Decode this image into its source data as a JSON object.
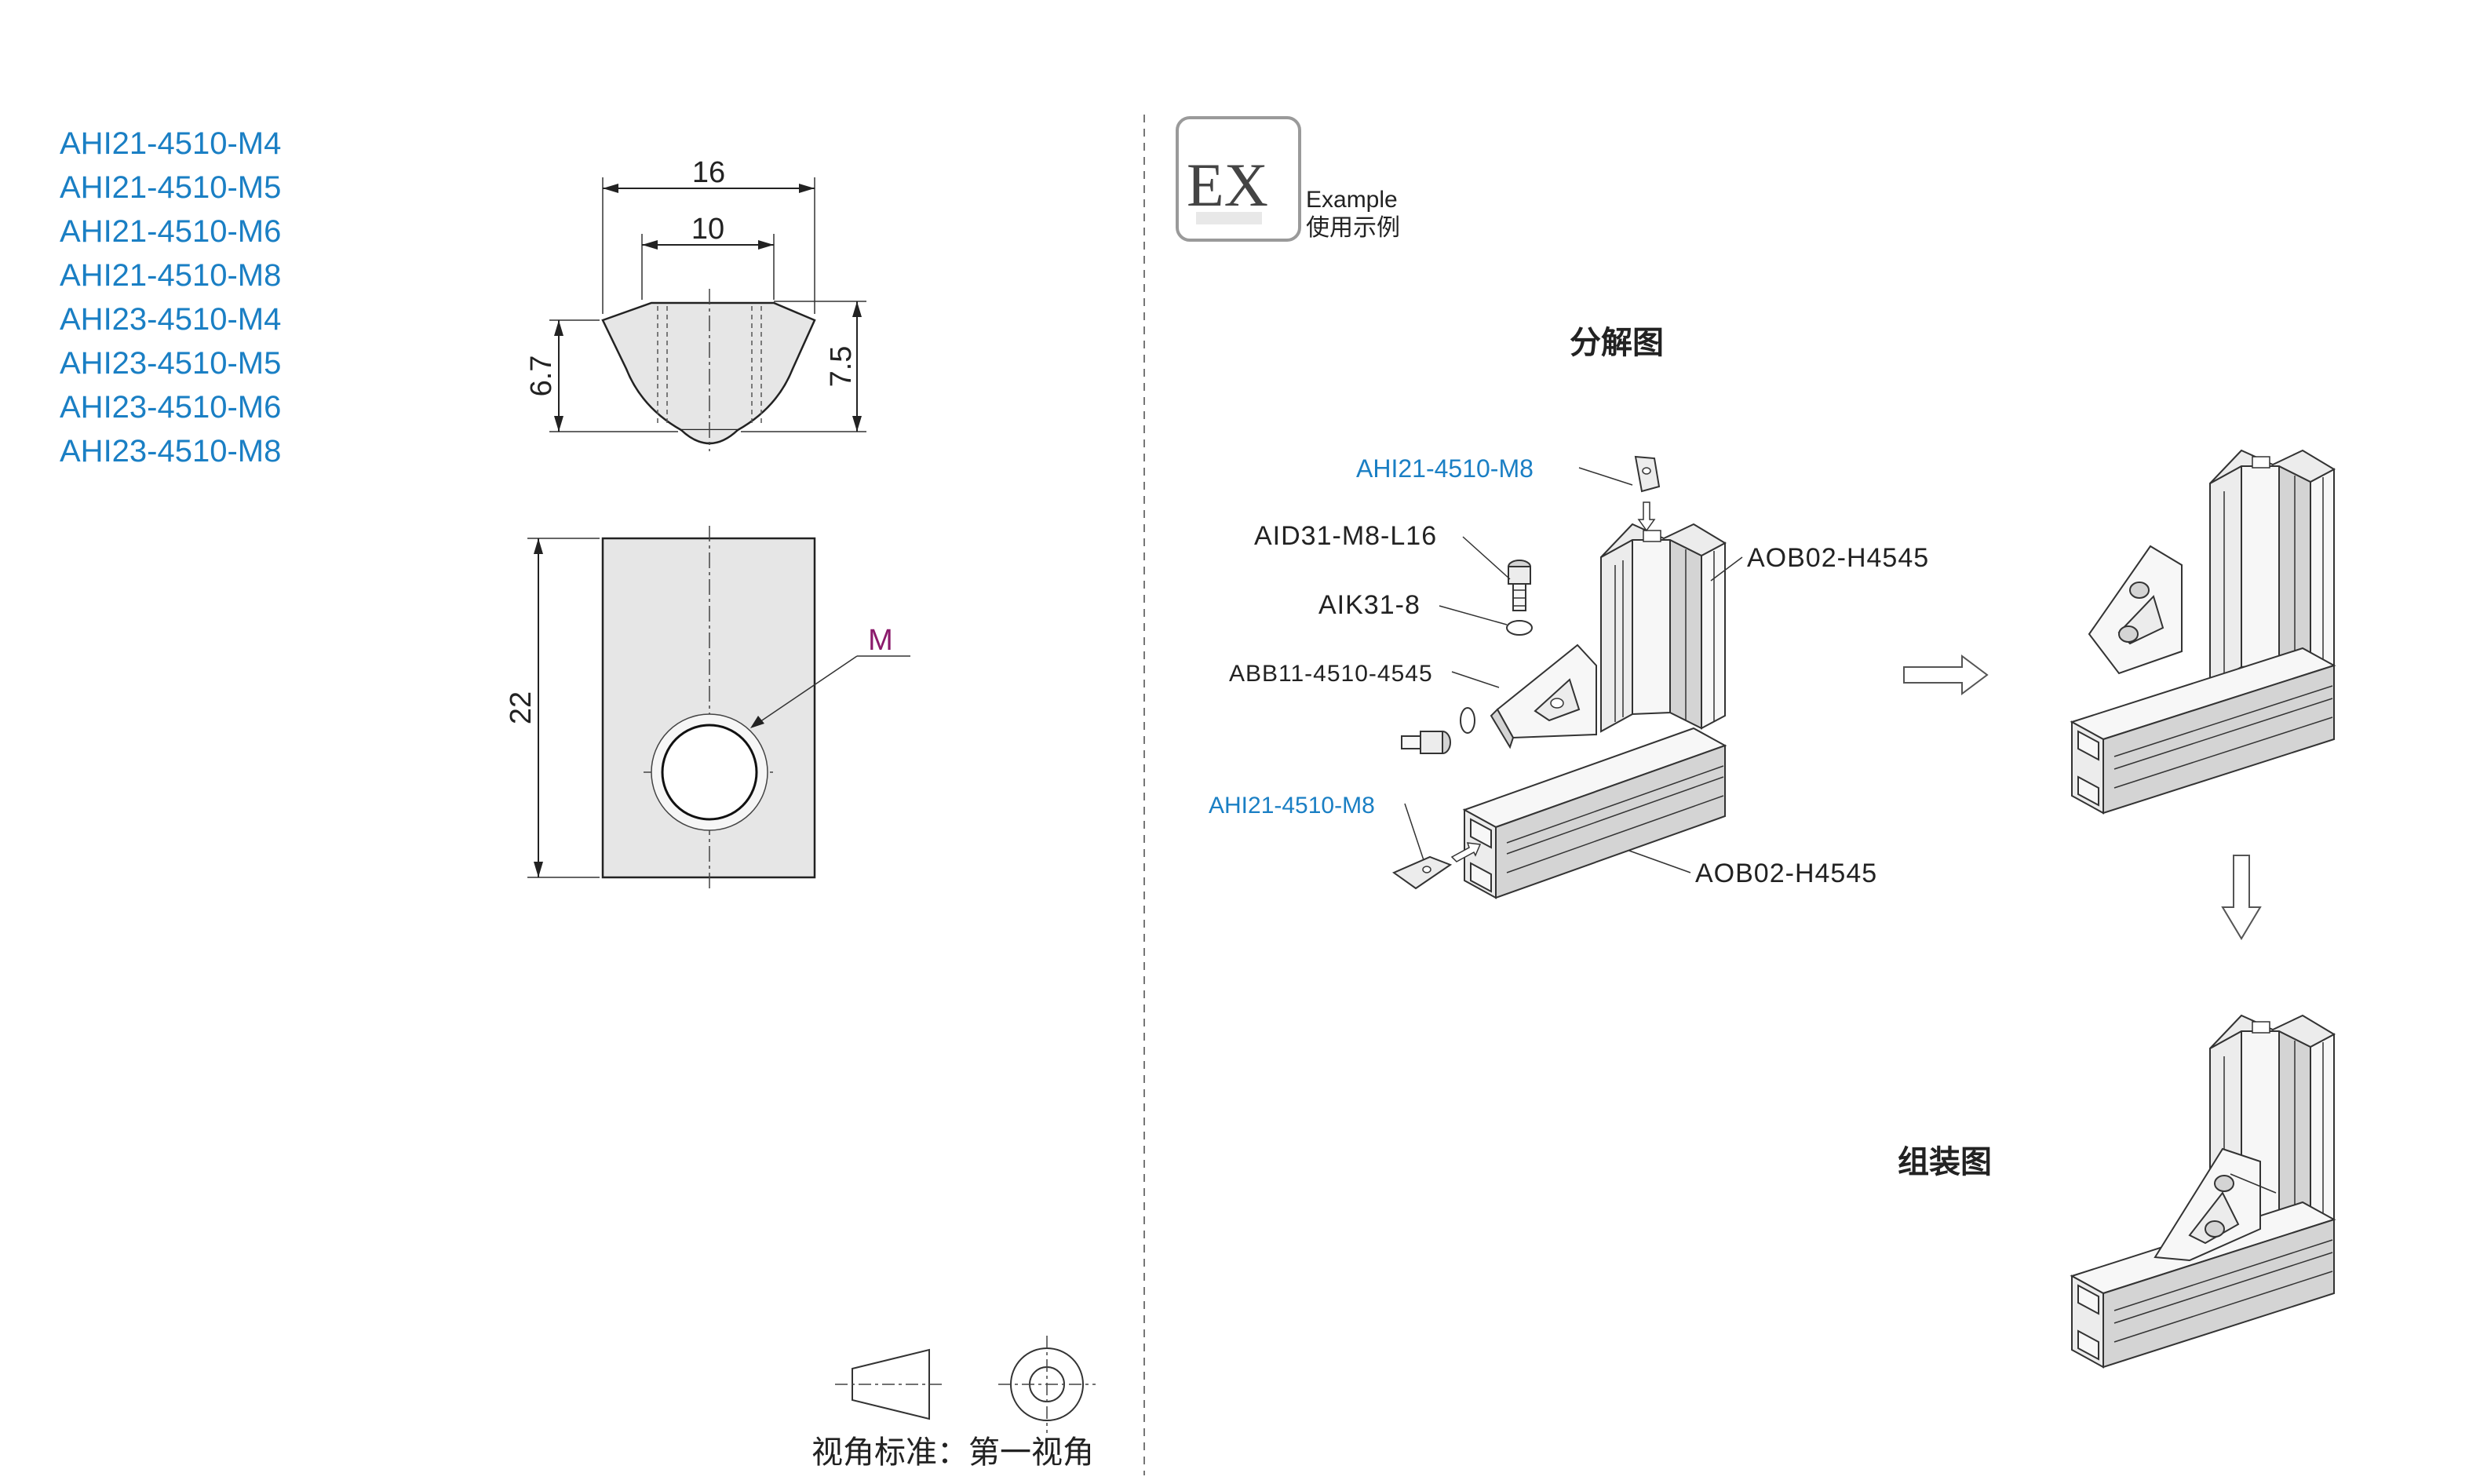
{
  "part_numbers": [
    "AHI21-4510-M4",
    "AHI21-4510-M5",
    "AHI21-4510-M6",
    "AHI21-4510-M8",
    "AHI23-4510-M4",
    "AHI23-4510-M5",
    "AHI23-4510-M6",
    "AHI23-4510-M8"
  ],
  "dimensions": {
    "width_top": "16",
    "width_inner": "10",
    "height_left": "6.7",
    "height_right": "7.5",
    "length": "22",
    "thread": "M"
  },
  "projection": {
    "label": "视角标准：第一视角"
  },
  "example": {
    "badge": "EX",
    "label_en": "Example",
    "label_cn": "使用示例"
  },
  "exploded": {
    "title": "分解图",
    "labels": {
      "nut_top": "AHI21-4510-M8",
      "screw": "AID31-M8-L16",
      "washer": "AIK31-8",
      "bracket": "ABB11-4510-4545",
      "nut_bottom": "AHI21-4510-M8",
      "profile_vertical": "AOB02-H4545",
      "profile_horizontal": "AOB02-H4545"
    }
  },
  "assembled": {
    "title": "组装图"
  },
  "colors": {
    "part_number": "#1a7fc4",
    "thread_label": "#8b1a6b",
    "text": "#222222",
    "part_fill": "#e6e6e6"
  }
}
